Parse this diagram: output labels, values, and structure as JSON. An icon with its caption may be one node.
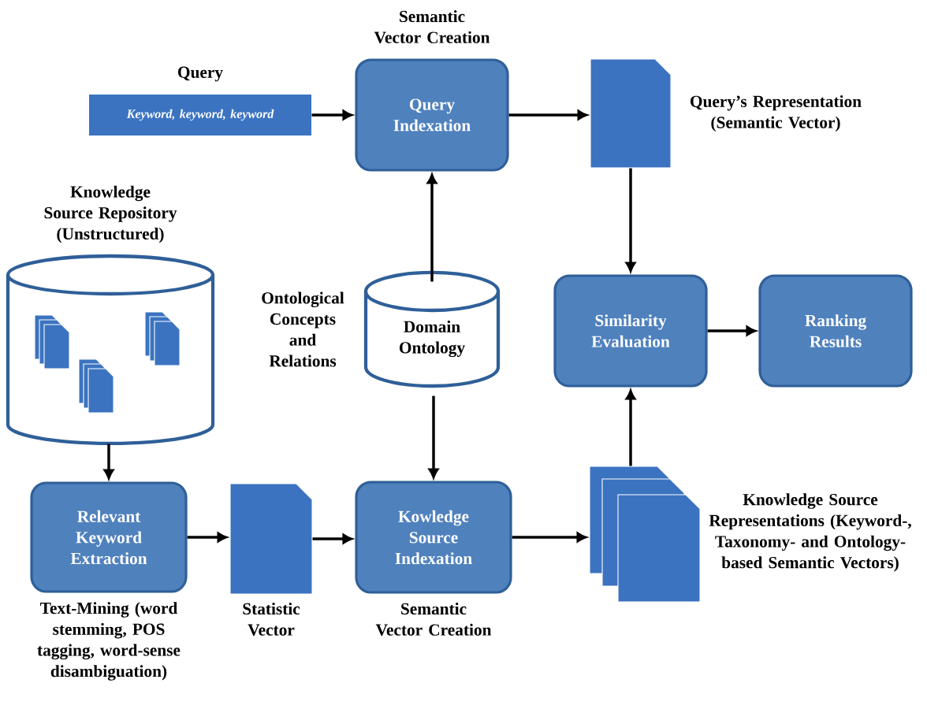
{
  "diagram": {
    "nodes": [
      {
        "text": [
          "Keyword, keyword, keyword"
        ],
        "beside": [
          "Query"
        ]
      },
      {
        "text": [
          "Query Indexation"
        ],
        "beside": [
          "Semantic Vector Creation"
        ]
      },
      {
        "text": [],
        "shape": "document",
        "beside": [
          "Query’s Representation (Semantic Vector)"
        ]
      },
      {
        "text": [],
        "shape": "cylinder",
        "beside": [
          "Knowledge Source Repository (Unstructured)"
        ]
      },
      {
        "text": [
          "Domain Ontology"
        ],
        "beside": [
          "Ontological Concepts and Relations"
        ]
      },
      {
        "text": [
          "Similarity Evaluation"
        ]
      },
      {
        "text": [
          "Ranking Results"
        ]
      },
      {
        "text": [
          "Relevant Keyword Extraction"
        ],
        "beside": [
          "Text-Mining (word stemming, POS tagging, word-sense disambiguation)"
        ]
      },
      {
        "text": [],
        "shape": "document",
        "beside": [
          "Statistic Vector"
        ]
      },
      {
        "text": [
          "Kowledge Source Indexation"
        ],
        "beside": [
          "Semantic Vector Creation"
        ]
      },
      {
        "text": [],
        "shape": "document",
        "beside": [
          "Knowledge Source Representations (Keyword-, Taxonomy- and Ontology-based Semantic Vectors)"
        ]
      }
    ],
    "edges": [
      {
        "from": 0,
        "to": 1,
        "arrow": "to"
      },
      {
        "from": 1,
        "to": 2,
        "arrow": "to"
      },
      {
        "from": 2,
        "to": 5,
        "arrow": "to"
      },
      {
        "from": 5,
        "to": 6,
        "arrow": "to"
      },
      {
        "from": 4,
        "to": 1,
        "arrow": "to"
      },
      {
        "from": 4,
        "to": 9,
        "arrow": "to"
      },
      {
        "from": 3,
        "to": 7,
        "arrow": "to"
      },
      {
        "from": 7,
        "to": 8,
        "arrow": "to"
      },
      {
        "from": 8,
        "to": 9,
        "arrow": "to"
      },
      {
        "from": 9,
        "to": 10,
        "arrow": "to"
      },
      {
        "from": 10,
        "to": 5,
        "arrow": "to"
      }
    ]
  }
}
